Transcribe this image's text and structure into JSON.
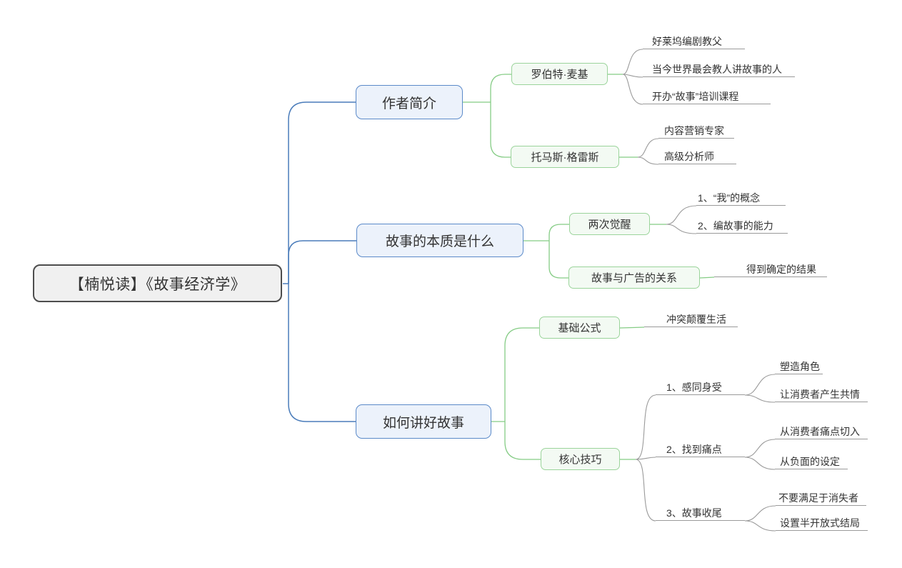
{
  "colors": {
    "text": "#333333",
    "root_border": "#4d4d4d",
    "root_fill": "#f0f0f0",
    "level1_border": "#5b8ac9",
    "level1_fill": "#ecf2fb",
    "level1_line": "#4a7cba",
    "level2_border": "#9bd49b",
    "level2_fill": "#f3faf3",
    "level2_line": "#85cc85",
    "leaf_line": "#9a9a9a"
  },
  "root": {
    "label": "【楠悦读】《故事经济学》"
  },
  "branches": [
    {
      "label": "作者简介",
      "children": [
        {
          "label": "罗伯特·麦基",
          "children": [
            {
              "label": "好莱坞编剧教父"
            },
            {
              "label": "当今世界最会教人讲故事的人"
            },
            {
              "label": "开办“故事”培训课程"
            }
          ]
        },
        {
          "label": "托马斯·格雷斯",
          "children": [
            {
              "label": "内容营销专家"
            },
            {
              "label": "高级分析师"
            }
          ]
        }
      ]
    },
    {
      "label": "故事的本质是什么",
      "children": [
        {
          "label": "两次觉醒",
          "children": [
            {
              "label": "1、“我”的概念"
            },
            {
              "label": "2、编故事的能力"
            }
          ]
        },
        {
          "label": "故事与广告的关系",
          "children": [
            {
              "label": "得到确定的结果"
            }
          ]
        }
      ]
    },
    {
      "label": "如何讲好故事",
      "children": [
        {
          "label": "基础公式",
          "children": [
            {
              "label": "冲突颠覆生活"
            }
          ]
        },
        {
          "label": "核心技巧",
          "children": [
            {
              "label": "1、感同身受",
              "children": [
                {
                  "label": "塑造角色"
                },
                {
                  "label": "让消费者产生共情"
                }
              ]
            },
            {
              "label": "2、找到痛点",
              "children": [
                {
                  "label": "从消费者痛点切入"
                },
                {
                  "label": "从负面的设定"
                }
              ]
            },
            {
              "label": "3、故事收尾",
              "children": [
                {
                  "label": "不要满足于消失者"
                },
                {
                  "label": "设置半开放式结局"
                }
              ]
            }
          ]
        }
      ]
    }
  ]
}
